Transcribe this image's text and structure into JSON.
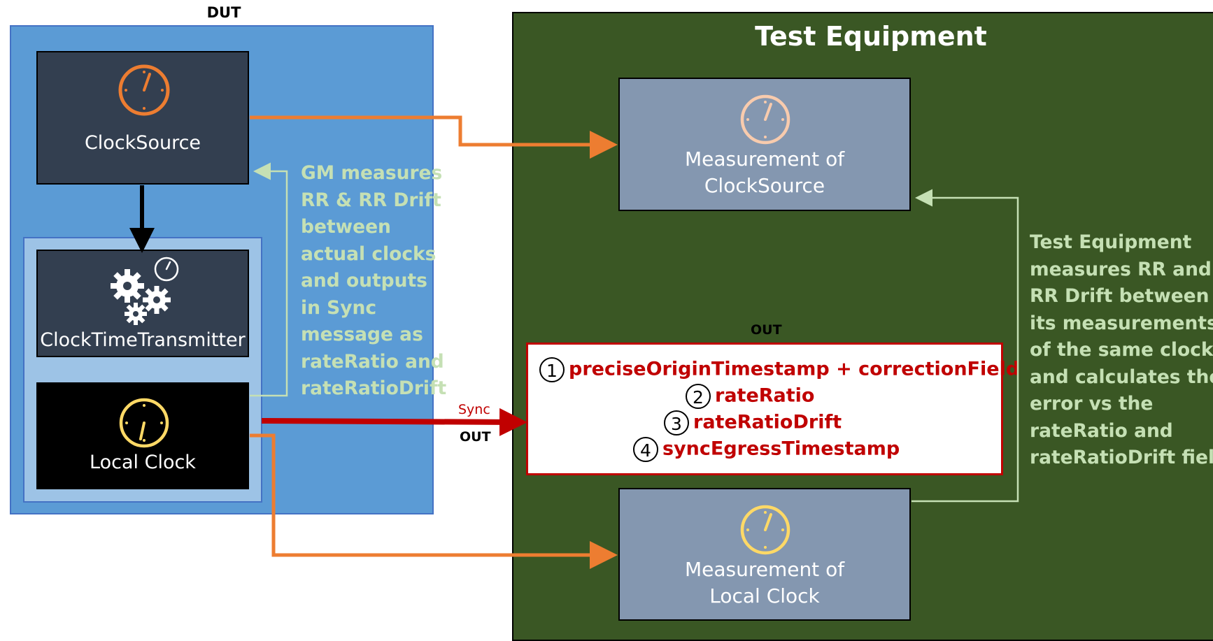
{
  "dut": {
    "title": "DUT",
    "clock_source_label": "ClockSource",
    "transmitter_label": "ClockTimeTransmitter",
    "local_clock_label": "Local Clock",
    "gm_note": [
      "GM measures",
      "RR & RR Drift",
      "between",
      "actual clocks",
      "and outputs",
      "in Sync",
      "message as",
      "rateRatio and",
      "rateRatioDrift"
    ]
  },
  "test_equipment": {
    "title": "Test Equipment",
    "measurement_clocksource": [
      "Measurement of",
      "ClockSource"
    ],
    "measurement_localclock": [
      "Measurement of",
      "Local Clock"
    ],
    "te_note": [
      "Test Equipment",
      "measures RR and",
      "RR Drift between",
      "its measurements",
      "of the same clocks",
      "and calculates the",
      "error vs the",
      "rateRatio and",
      "rateRatioDrift fields"
    ]
  },
  "sync": {
    "sync_label": "Sync",
    "out_label_arrow": "OUT",
    "out_label_box": "OUT",
    "fields": [
      {
        "num": "1",
        "text": "preciseOriginTimestamp + correctionField"
      },
      {
        "num": "2",
        "text": "rateRatio"
      },
      {
        "num": "3",
        "text": "rateRatioDrift"
      },
      {
        "num": "4",
        "text": "syncEgressTimestamp"
      }
    ]
  },
  "colors": {
    "dut_bg": "#5b9bd5",
    "dut_inner_bg": "#9dc3e6",
    "dark_box": "#333f50",
    "te_bg": "#3a5724",
    "measurement_box": "#8497b0",
    "orange_arrow": "#ed7d31",
    "red_arrow": "#c00000",
    "note_green": "#c5e0b4",
    "clock_orange": "#ed7d31",
    "clock_yellow": "#ffd966",
    "clock_peach": "#f8cbad"
  }
}
